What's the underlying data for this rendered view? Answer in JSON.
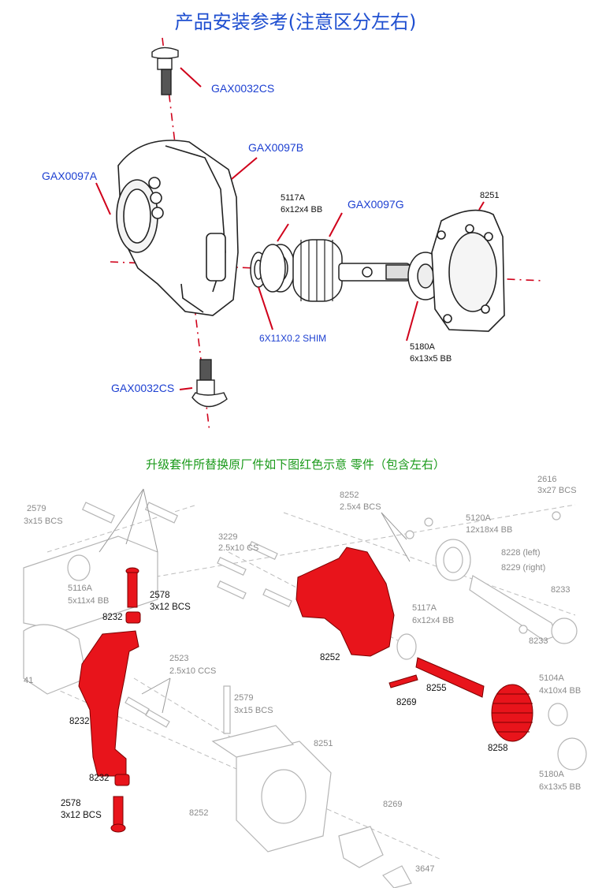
{
  "title": "产品安装参考(注意区分左右)",
  "subtitle": "升级套件所替换原厂件如下图红色示意 零件（包含左右）",
  "top_diagram": {
    "labels": {
      "screw_top": "GAX0032CS",
      "knuckle_b": "GAX0097B",
      "knuckle_a": "GAX0097A",
      "bearing_5117a_num": "5117A",
      "bearing_5117a_size": "6x12x4 BB",
      "gear_g": "GAX0097G",
      "cover_8251": "8251",
      "shim": "6X11X0.2 SHIM",
      "bearing_5180a_num": "5180A",
      "bearing_5180a_size": "6x13x5 BB",
      "screw_bottom": "GAX0032CS"
    }
  },
  "bottom_diagram": {
    "labels": {
      "p2579_tl": "2579",
      "p2579_tl_size": "3x15 BCS",
      "p2616": "2616",
      "p2616_size": "3x27 BCS",
      "p8252_top": "8252",
      "p8252_top_size": "2.5x4 BCS",
      "p5120a": "5120A",
      "p5120a_size": "12x18x4 BB",
      "p3229": "3229",
      "p3229_size": "2.5x10 CS",
      "p8228": "8228 (left)",
      "p8229": "8229 (right)",
      "p8233a": "8233",
      "p8233b": "8233",
      "p5116a": "5116A",
      "p5116a_size": "5x11x4 BB",
      "p2578_top": "2578",
      "p2578_top_size": "3x12 BCS",
      "p8232_top": "8232",
      "p5117a": "5117A",
      "p5117a_size": "6x12x4 BB",
      "p8252_red": "8252",
      "p2523": "2523",
      "p2523_size": "2.5x10 CCS",
      "p8255": "8255",
      "p8269a": "8269",
      "p5104a": "5104A",
      "p5104a_size": "4x10x4 BB",
      "p2579_mid": "2579",
      "p2579_mid_size": "3x15 BCS",
      "p8232_mid": "8232",
      "p8251": "8251",
      "p8258": "8258",
      "p5180a": "5180A",
      "p5180a_size": "6x13x5 BB",
      "p8232_low": "8232",
      "p2578_low": "2578",
      "p2578_low_size": "3x12 BCS",
      "p8252_low": "8252",
      "p8269b": "8269",
      "p3647": "3647",
      "p41": "41"
    }
  },
  "colors": {
    "title_blue": "#1f4fd0",
    "label_blue": "#1c3fd1",
    "subtitle_green": "#1a9a1a",
    "leader_red": "#d0021b",
    "part_red": "#e8141b"
  }
}
